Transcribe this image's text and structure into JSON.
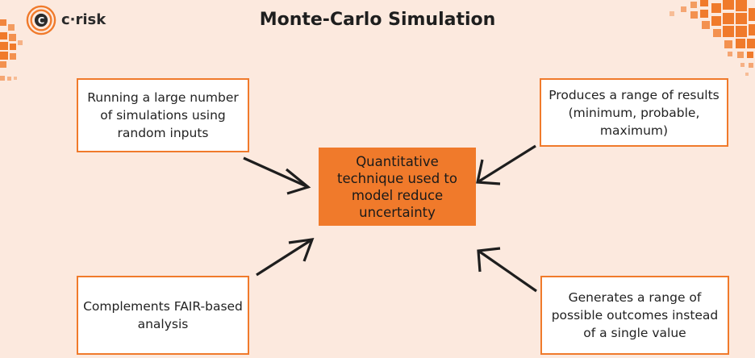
{
  "logo": {
    "text": "c·risk",
    "icon": "c-risk-logo-icon"
  },
  "title": "Monte-Carlo Simulation",
  "nodes": {
    "center": "Quantitative technique used to model reduce uncertainty",
    "top_left": "Running a large number of simulations using random inputs",
    "top_right": "Produces a range of results (minimum, probable, maximum)",
    "bottom_left": "Complements FAIR-based analysis",
    "bottom_right": "Generates a range of possible outcomes instead of a single value"
  },
  "colors": {
    "background": "#fce9de",
    "accent": "#f07a2b",
    "box_fill": "#ffffff",
    "arrow": "#1e1e1e"
  }
}
